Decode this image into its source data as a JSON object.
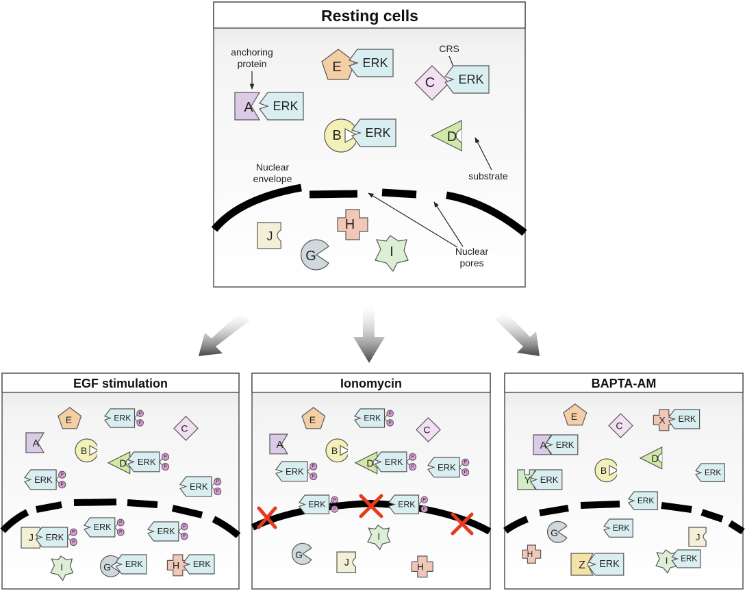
{
  "panels": {
    "resting": {
      "title": "Resting cells",
      "anchoring_protein": [
        "anchoring",
        "protein"
      ],
      "crs": "CRS",
      "substrate": "substrate",
      "nuclear_envelope": [
        "Nuclear",
        "envelope"
      ],
      "nuclear_pores": [
        "Nuclear",
        "pores"
      ]
    },
    "egf": {
      "title": "EGF stimulation"
    },
    "ionomycin": {
      "title": "Ionomycin"
    },
    "bapta": {
      "title": "BAPTA-AM"
    }
  },
  "molecules": {
    "erk": "ERK",
    "phospho": "P",
    "a": "A",
    "b": "B",
    "c": "C",
    "d": "D",
    "e": "E",
    "g": "G",
    "h": "H",
    "i": "I",
    "j": "J",
    "x": "X",
    "y": "Y",
    "z": "Z"
  },
  "colors": {
    "erk": "#d9eef0",
    "a": "#dccbe6",
    "b": "#f3f0b8",
    "c": "#f3dff2",
    "d": "#d2e8a6",
    "e": "#f4cfa6",
    "g": "#cfd8dc",
    "h": "#f1c7b8",
    "i": "#dcefd5",
    "j": "#f4f0d8",
    "x": "#f1c7b8",
    "y": "#d5ecc8",
    "z": "#f3e3a8",
    "phospho": "#d89ad6",
    "block": "#e63a1e",
    "arrow": "#555555",
    "membrane": "#000000",
    "panel_border": "#555555"
  }
}
